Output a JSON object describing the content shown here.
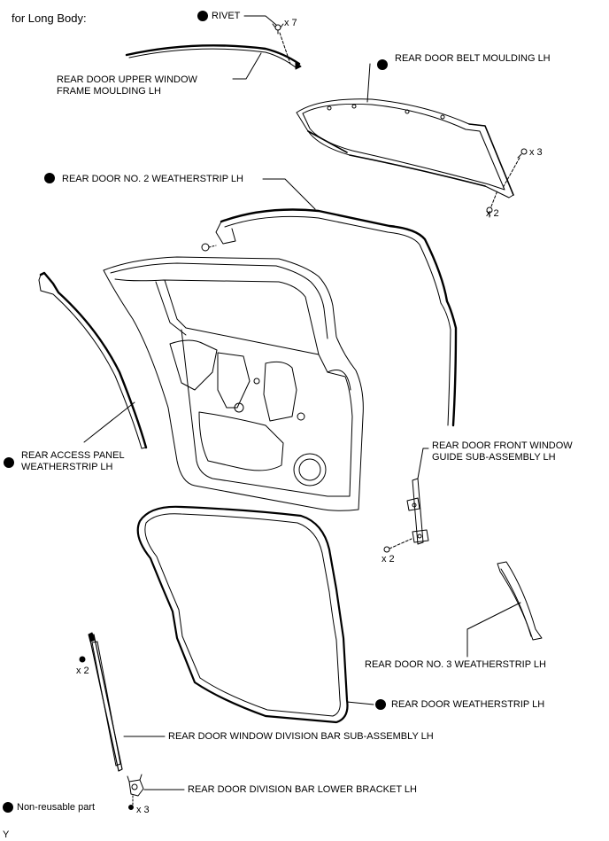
{
  "header": {
    "title": "for Long Body:"
  },
  "labels": {
    "rivet": "RIVET",
    "upper_window_frame_l1": "REAR DOOR UPPER WINDOW",
    "upper_window_frame_l2": "FRAME MOULDING LH",
    "belt_moulding": "REAR DOOR BELT MOULDING LH",
    "no2_weatherstrip": "REAR DOOR NO. 2 WEATHERSTRIP LH",
    "access_panel_l1": "REAR ACCESS PANEL",
    "access_panel_l2": "WEATHERSTRIP LH",
    "front_guide_l1": "REAR DOOR FRONT WINDOW",
    "front_guide_l2": "GUIDE SUB-ASSEMBLY LH",
    "no3_weatherstrip": "REAR DOOR NO. 3 WEATHERSTRIP LH",
    "door_weatherstrip": "REAR DOOR WEATHERSTRIP LH",
    "division_bar": "REAR DOOR WINDOW DIVISION BAR SUB-ASSEMBLY LH",
    "lower_bracket": "REAR DOOR DIVISION BAR LOWER BRACKET LH"
  },
  "counts": {
    "rivet": "x 7",
    "belt_clip_top": "x 3",
    "belt_clip_bottom": "x 2",
    "guide_bolt": "x 2",
    "division_bar_screw": "x 2",
    "bracket_bolt": "x 3"
  },
  "legend": {
    "non_reusable": "Non-reusable part"
  },
  "footer": {
    "code": "Y"
  }
}
